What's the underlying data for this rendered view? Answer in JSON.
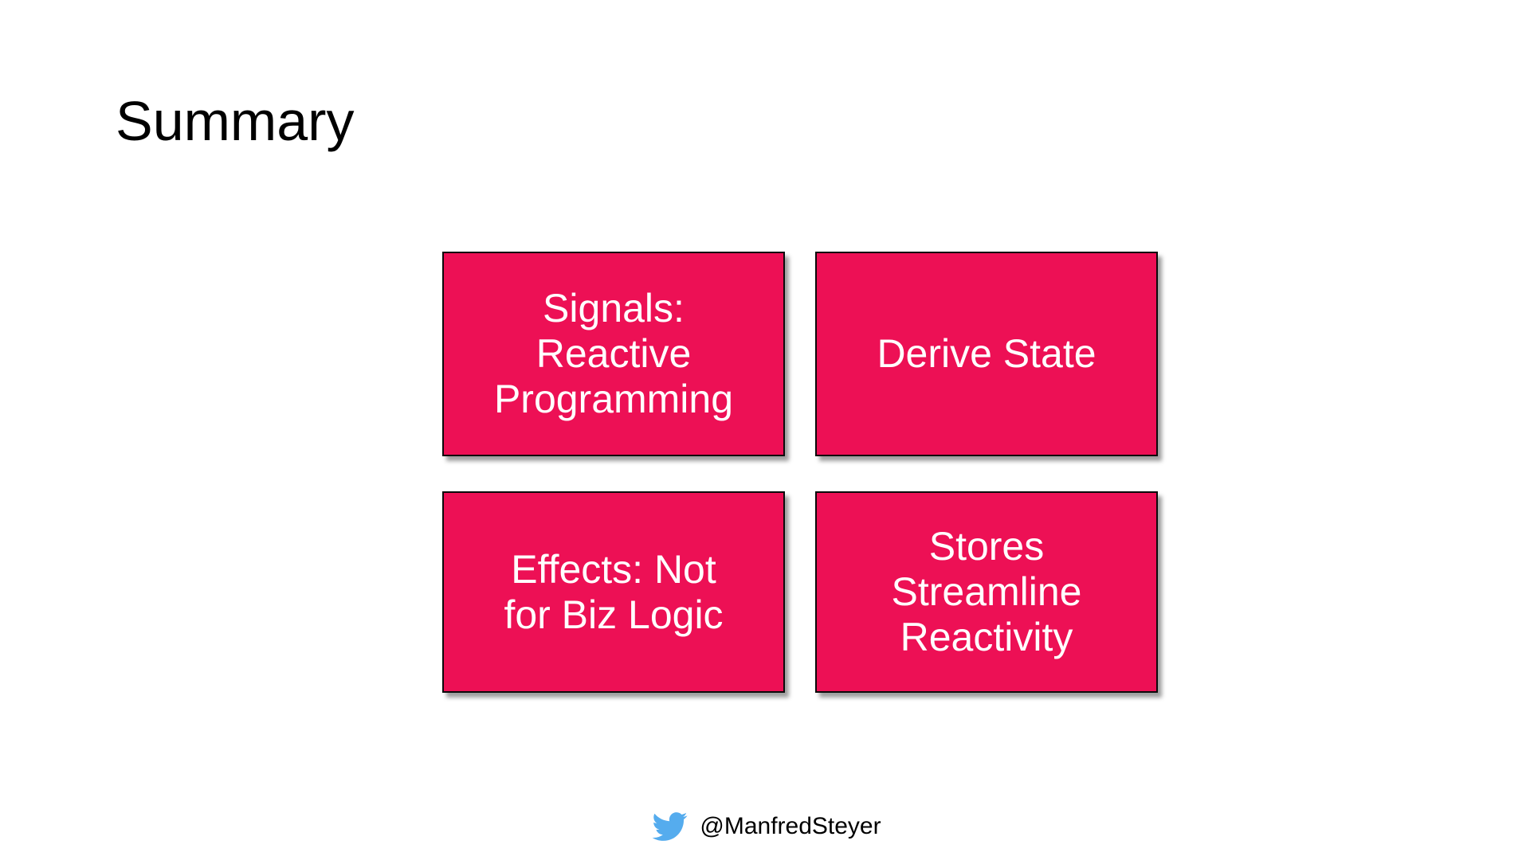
{
  "slide": {
    "title": "Summary"
  },
  "boxes": [
    {
      "id": "signals",
      "label": "Signals:\nReactive\nProgramming"
    },
    {
      "id": "derive-state",
      "label": "Derive State"
    },
    {
      "id": "effects",
      "label": "Effects: Not\nfor Biz Logic"
    },
    {
      "id": "stores",
      "label": "Stores\nStreamline\nReactivity"
    }
  ],
  "footer": {
    "handle": "@ManfredSteyer",
    "icon": "twitter-bird-icon"
  },
  "colors": {
    "background": "#FFFFFF",
    "box_fill": "#ED1055",
    "box_border": "#0A0A0A",
    "box_text": "#FFFFFF",
    "title_text": "#000000",
    "twitter_blue": "#55ACEE",
    "footer_text": "#000000"
  }
}
